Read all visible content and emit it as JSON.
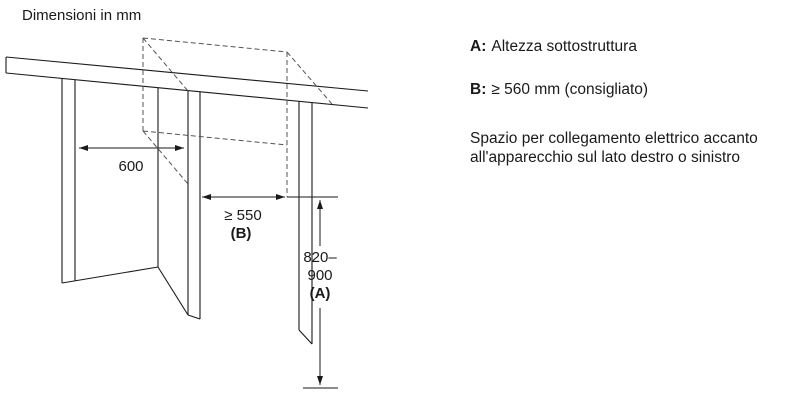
{
  "title": "Dimensioni in mm",
  "diagram": {
    "dim_counter_depth": "600",
    "dim_niche_depth": "≥ 550",
    "dim_niche_depth_key": "(B)",
    "dim_height_line1": "820–",
    "dim_height_line2": "900",
    "dim_height_key": "(A)"
  },
  "legend": {
    "items": [
      {
        "key": "A:",
        "text": "Altezza sottostruttura"
      },
      {
        "key": "B:",
        "text": "≥ 560 mm (consigliato)"
      }
    ],
    "note": "Spazio per collegamento elettrico accanto all'apparecchio sul lato destro o sinistro"
  },
  "colors": {
    "line": "#1a1a1a",
    "hidden_line": "#555555",
    "background": "#ffffff"
  }
}
